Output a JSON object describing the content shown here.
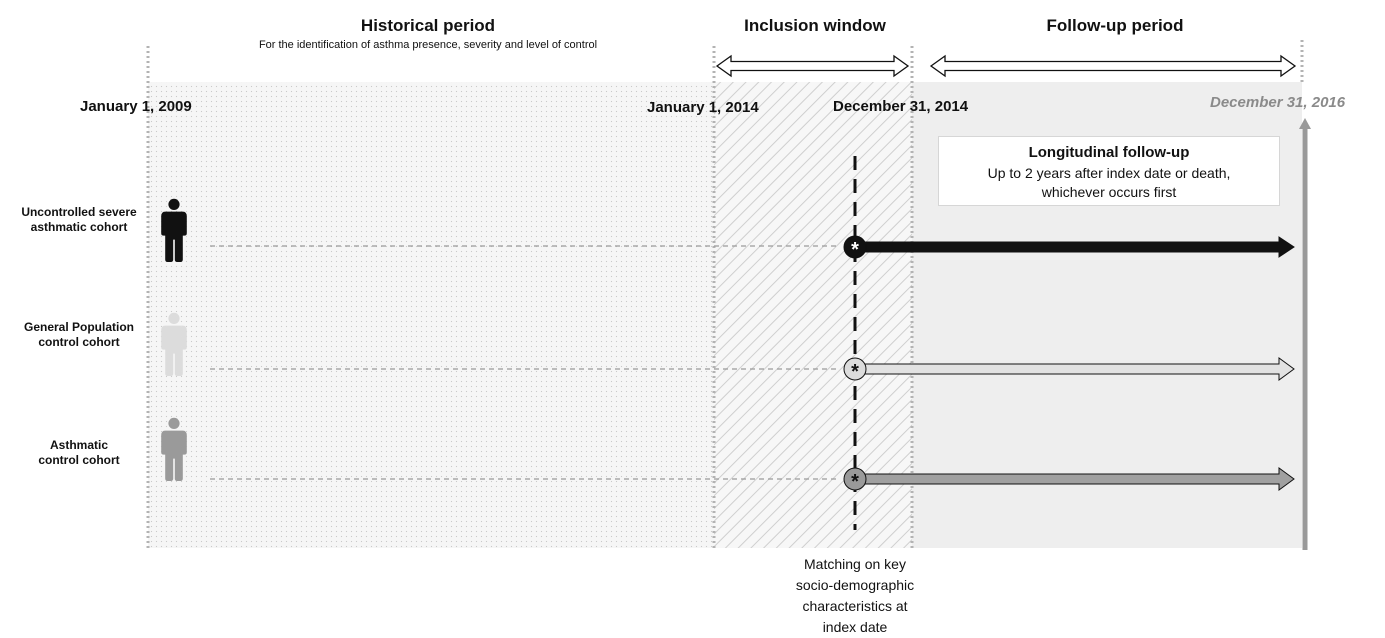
{
  "periods": {
    "historical": {
      "title": "Historical period",
      "subtitle": "For the identification of asthma  presence, severity and level of control"
    },
    "inclusion": {
      "title": "Inclusion window"
    },
    "followup": {
      "title": "Follow-up period"
    }
  },
  "dates": {
    "start": "January 1, 2009",
    "inclusion_start": "January 1, 2014",
    "inclusion_end": "December 31, 2014",
    "end": "December 31, 2016"
  },
  "followup_box": {
    "title": "Longitudinal follow-up",
    "line1": "Up to 2 years after index date or death,",
    "line2": "whichever occurs first"
  },
  "cohorts": [
    {
      "label_line1": "Uncontrolled severe",
      "label_line2": "asthmatic cohort",
      "color": "#111111",
      "marker": "*"
    },
    {
      "label_line1": "General Population",
      "label_line2": "control cohort",
      "color": "#dcdcdc",
      "marker": "*"
    },
    {
      "label_line1": "Asthmatic",
      "label_line2": "control cohort",
      "color": "#9a9a9a",
      "marker": "*"
    }
  ],
  "matching_note": {
    "line1": "Matching on key",
    "line2": "socio-demographic",
    "line3": "characteristics at",
    "line4": "index date"
  },
  "colors": {
    "historical_fill": "#f4f4f4",
    "followup_fill": "#eeeeee",
    "end_arrow": "#999999"
  }
}
